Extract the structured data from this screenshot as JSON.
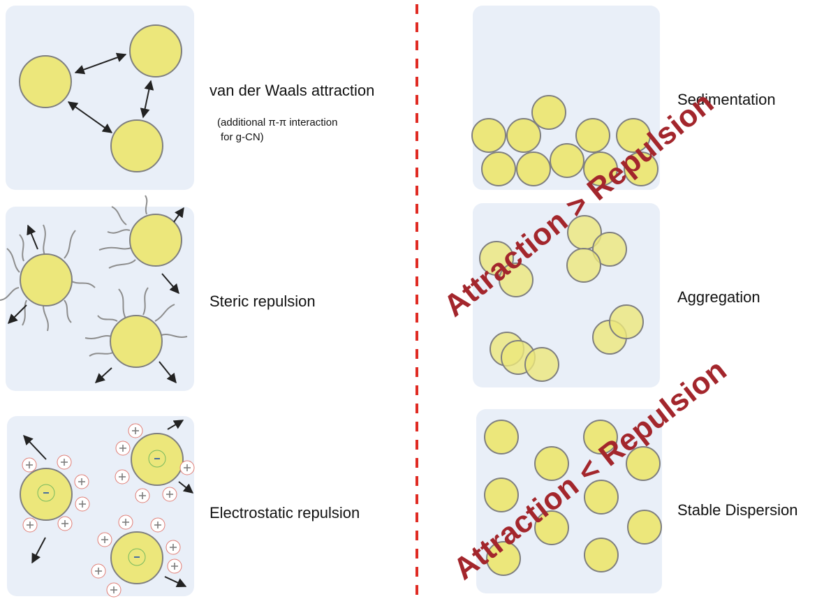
{
  "left_panels": {
    "vdw": {
      "label": "van der Waals attraction",
      "note_line1": "(additional π-π interaction",
      "note_line2": "for g-CN)"
    },
    "steric": {
      "label": "Steric repulsion"
    },
    "electrostatic": {
      "label": "Electrostatic repulsion"
    }
  },
  "right_panels": {
    "sedimentation": {
      "label": "Sedimentation"
    },
    "aggregation": {
      "label": "Aggregation"
    },
    "stable": {
      "label": "Stable Dispersion"
    }
  },
  "overlay": {
    "attraction_gt": "Attraction > Repulsion",
    "attraction_lt": "Attraction < Repulsion"
  },
  "colors": {
    "panel_bg": "#e9eff8",
    "particle_fill": "#ece77b",
    "particle_stroke": "#7f7f7f",
    "divider": "#e02b23",
    "overlay_text": "#a3262c",
    "ion_ring": "#e07d75",
    "neg_ring": "#77b95e"
  },
  "icons": {
    "positive_ion": "plus-sign",
    "negative_charge": "minus-sign"
  }
}
